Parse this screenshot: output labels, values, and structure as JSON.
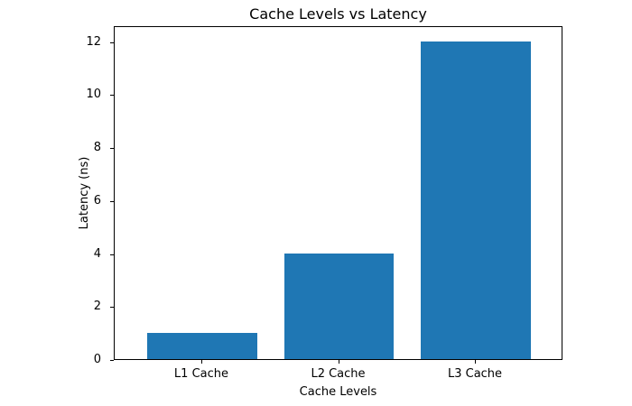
{
  "chart_data": {
    "type": "bar",
    "title": "Cache Levels vs Latency",
    "xlabel": "Cache Levels",
    "ylabel": "Latency (ns)",
    "categories": [
      "L1 Cache",
      "L2 Cache",
      "L3 Cache"
    ],
    "values": [
      1,
      4,
      12
    ],
    "ylim": [
      0,
      12.6
    ],
    "yticks": [
      0,
      2,
      4,
      6,
      8,
      10,
      12
    ],
    "grid": false,
    "legend": null,
    "bar_color": "#1f77b4"
  }
}
